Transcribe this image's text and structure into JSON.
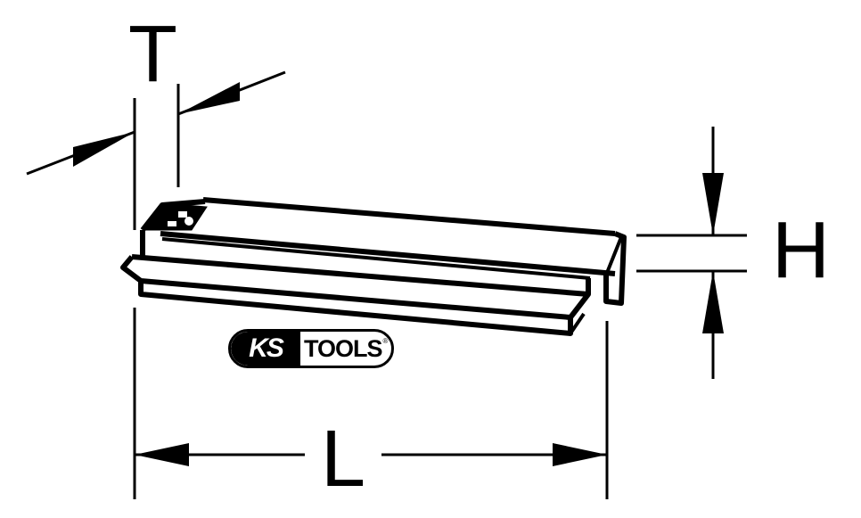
{
  "diagram": {
    "type": "technical dimension drawing",
    "subject": "straight edge / ruler bar",
    "colors": {
      "line": "#000000",
      "background": "#ffffff"
    },
    "dimensions": {
      "thickness": {
        "label": "T"
      },
      "height": {
        "label": "H"
      },
      "length": {
        "label": "L"
      }
    },
    "logo": {
      "brand_ks": "KS",
      "brand_tools": "TOOLS",
      "registered_mark": "®"
    }
  }
}
